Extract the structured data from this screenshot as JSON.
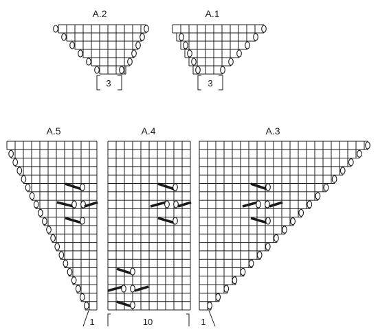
{
  "charts": [
    {
      "id": "A.2",
      "label": "A.2",
      "repeat_label": "3"
    },
    {
      "id": "A.1",
      "label": "A.1",
      "repeat_label": "3"
    },
    {
      "id": "A.5",
      "label": "A.5",
      "repeat_label": "1"
    },
    {
      "id": "A.4",
      "label": "A.4",
      "repeat_label": "10"
    },
    {
      "id": "A.3",
      "label": "A.3",
      "repeat_label": "1"
    }
  ],
  "symbols": [
    "yarn-over",
    "decrease-stroke"
  ],
  "colors": {
    "ink": "#1a1a1a",
    "background": "#ffffff"
  }
}
